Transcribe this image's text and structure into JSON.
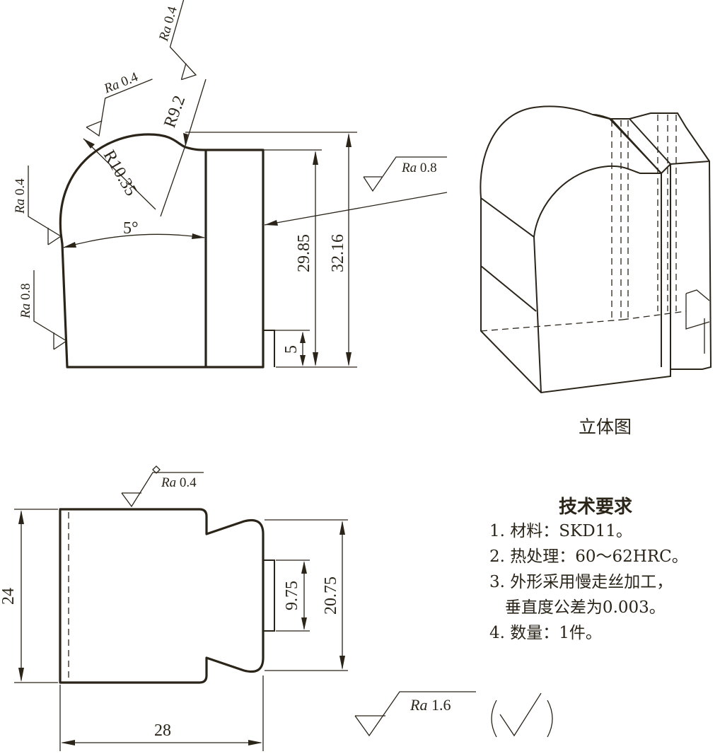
{
  "front_view": {
    "dims": {
      "h_total": "32.16",
      "h_body": "29.85",
      "h_step": "5",
      "angle": "5°",
      "r_large": "R10.35",
      "r_small": "R9.2"
    },
    "roughness": {
      "arc_top": "0.4",
      "arc_side": "0.4",
      "radius": "0.4",
      "side_low": "0.8",
      "right_face": "0.8"
    }
  },
  "top_view": {
    "dims": {
      "width": "28",
      "height": "24",
      "neck": "20.75",
      "slot": "9.75"
    },
    "roughness": {
      "top": "0.4"
    }
  },
  "ra_symbol": "Ra",
  "default_roughness": "1.6",
  "caption_3d": "立体图",
  "tech_requirements": {
    "title": "技术要求",
    "items": [
      "1. 材料：SKD11。",
      "2. 热处理：60～62HRC。",
      "3. 外形采用慢走丝加工，",
      "   垂直度公差为0.003。",
      "4. 数量：1件。"
    ]
  }
}
